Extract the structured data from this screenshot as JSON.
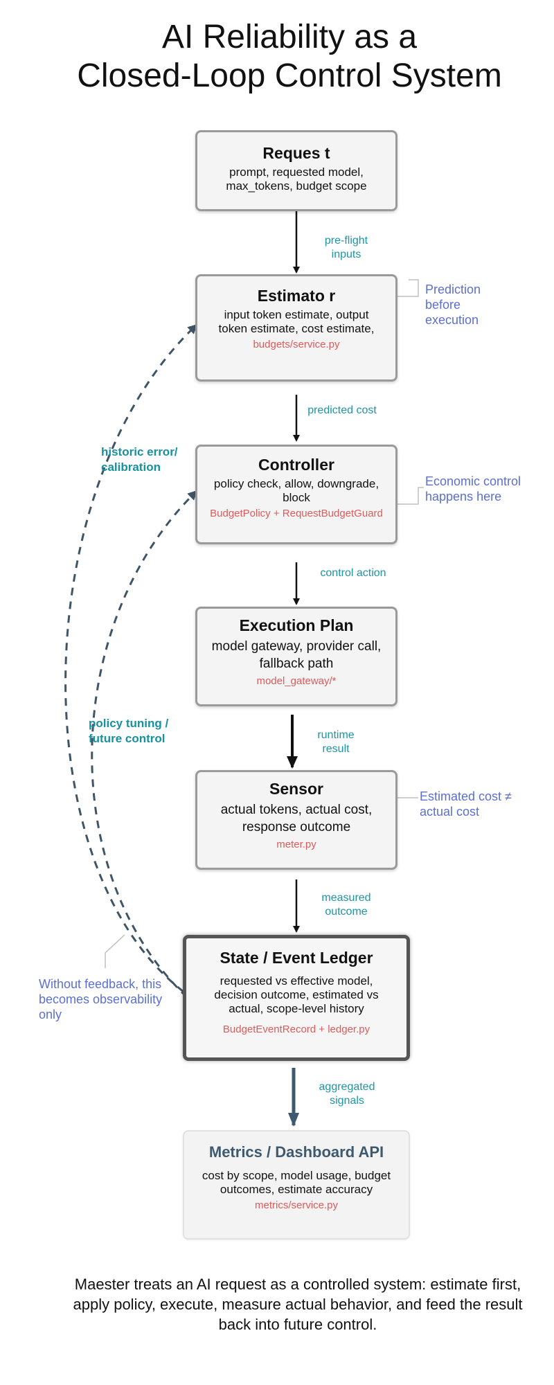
{
  "title": {
    "line1": "AI Reliability as a",
    "line2": "Closed-Loop Control System"
  },
  "nodes": {
    "request": {
      "title": "Reques t",
      "desc": "prompt, requested model, max_tokens, budget scope"
    },
    "estimator": {
      "title": "Estimato r",
      "desc": "input token estimate, output token estimate, cost estimate,",
      "file": "budgets/service.py"
    },
    "controller": {
      "title": "Controller",
      "desc": "policy check, allow, downgrade, block",
      "file": "BudgetPolicy + RequestBudgetGuard"
    },
    "execution": {
      "title": "Execution Plan",
      "desc": "model gateway, provider call, fallback path",
      "file": "model_gateway/*"
    },
    "sensor": {
      "title": "Sensor",
      "desc": "actual tokens, actual cost, response outcome",
      "file": "meter.py"
    },
    "ledger": {
      "title": "State / Event Ledger",
      "desc": "requested vs effective model, decision outcome, estimated vs actual, scope-level history",
      "file": "BudgetEventRecord + ledger.py"
    },
    "metrics": {
      "title": "Metrics / Dashboard API",
      "desc": "cost by scope, model usage, budget outcomes, estimate accuracy",
      "file": "metrics/service.py"
    }
  },
  "edges": {
    "preflight": "pre-flight inputs",
    "predicted": "predicted cost",
    "control": "control action",
    "runtime": "runtime result",
    "measured": "measured outcome",
    "aggregated": "aggregated signals"
  },
  "notes": {
    "prediction": "Prediction before execution",
    "economic": "Economic control happens here",
    "estimated": "Estimated cost ≠ actual cost",
    "feedback": "Without feedback, this becomes observability only"
  },
  "feedback_labels": {
    "historic": "historic error/ calibration",
    "policy": "policy tuning / future control"
  },
  "footer": "Maester treats an AI request as a controlled system: estimate first, apply policy, execute, measure actual behavior, and feed the result back into future control.",
  "colors": {
    "flow": "#111111",
    "dashed": "#3f5566",
    "label": "#1d95a5",
    "note": "#5b6fd4",
    "file": "#e05a5a",
    "metrics_arrow": "#3e5a70"
  }
}
